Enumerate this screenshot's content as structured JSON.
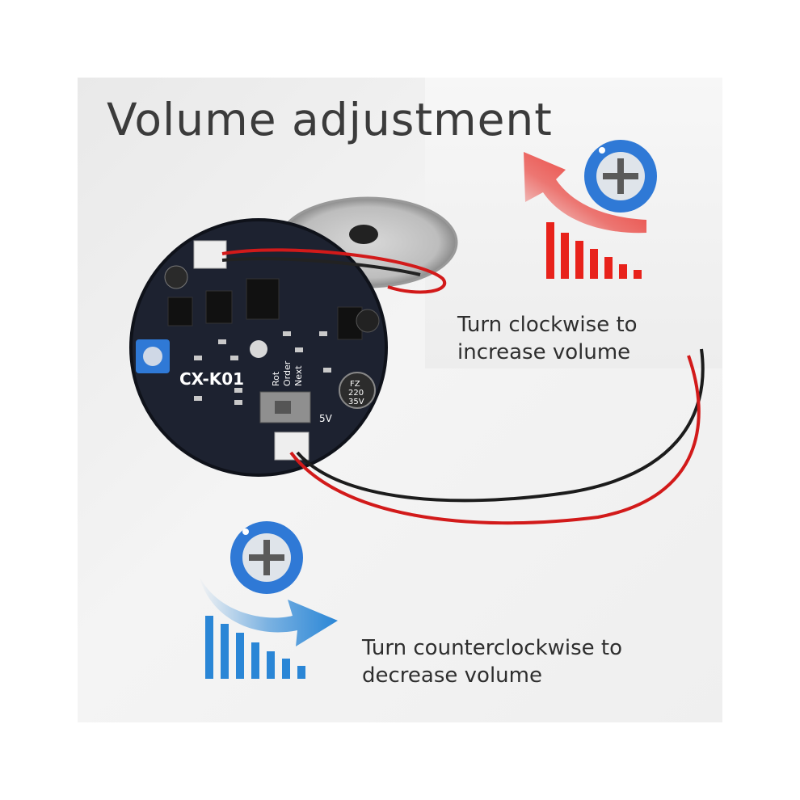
{
  "title": "Volume adjustment",
  "captions": {
    "clockwise": [
      "Turn clockwise to",
      "increase volume"
    ],
    "counterclockwise": [
      "Turn counterclockwise to",
      "decrease volume"
    ]
  },
  "board": {
    "model": "CX-K01",
    "switch_labels": [
      "Rot",
      "Order",
      "Next"
    ],
    "power_label": "5V",
    "capacitor_label": [
      "FZ",
      "220",
      "35V"
    ]
  },
  "colors": {
    "increase_accent": "#e8221b",
    "decrease_accent": "#2a86d6",
    "knob": "#2f79d6",
    "pcb": "#1d2230"
  },
  "icons": [
    "arrow-up-icon",
    "arrow-right-icon",
    "bar-level-icon",
    "potentiometer-knob-icon"
  ]
}
